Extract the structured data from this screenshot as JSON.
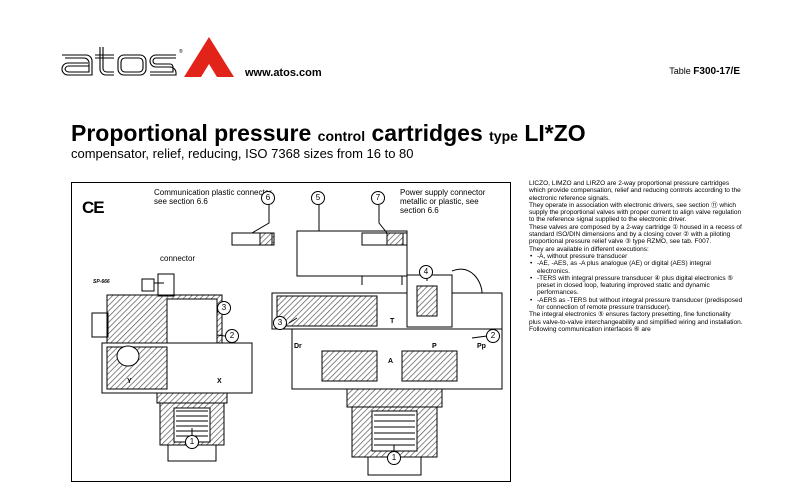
{
  "header": {
    "url": "www.atos.com",
    "table_prefix": "Table",
    "table_code": "F300-17/E"
  },
  "title": {
    "part1": "Proportional pressure",
    "part2": "control",
    "part3": "cartridges",
    "part4": "type",
    "part5": "LI*ZO"
  },
  "subtitle": "compensator, relief, reducing, ISO 7368 sizes from 16 to 80",
  "figure": {
    "ce_mark": "CE",
    "comm_label": "Communication plastic connector, see section 6.6",
    "power_label": "Power supply connector metallic or plastic, see section 6.6",
    "connector_label": "connector",
    "callouts": [
      "6",
      "5",
      "7",
      "4",
      "3",
      "2",
      "3",
      "2",
      "1",
      "1"
    ],
    "port_labels": [
      "T",
      "P",
      "Y",
      "X",
      "Pp",
      "Dr",
      "A"
    ],
    "connector_tag": "SP-666"
  },
  "description": {
    "p1": "LICZO, LIMZO and LIRZO are 2-way proportional pressure cartridges which provide compensation, relief and reducing controls according to the electronic reference signals.",
    "p2": "They operate in association with electronic drivers, see section ⑪ which supply the proportional valves with proper current to align valve regulation to the reference signal supplied to the electronic driver.",
    "p3": "These valves are composed by a 2-way cartridge ① housed in a recess of standard ISO/DIN dimensions and by a closing cover ② with a piloting proportional pressure relief valve ③ type RZMO, see tab. F007.",
    "p4": "They are available in different executions:",
    "list": [
      "-A, without pressure transducer",
      "-AE, -AES, as -A plus analogue (AE) or digital (AES) integral electronics.",
      "-TERS with integral pressure transducer ④ plus digital electronics ⑤ preset in closed loop, featuring improved static and dynamic performances.",
      "-AERS as -TERS but without integral pressure transducer (predisposed for connection of remote pressure transducer)."
    ],
    "p5": "The integral electronics ⑤ ensures factory presetting, fine functionality plus valve-to-valve interchangeability and simplified wiring and installation.",
    "p6": "Following communication interfaces ⑥ are"
  },
  "colors": {
    "brand_red": "#e2231a",
    "hatch": "#555555"
  }
}
